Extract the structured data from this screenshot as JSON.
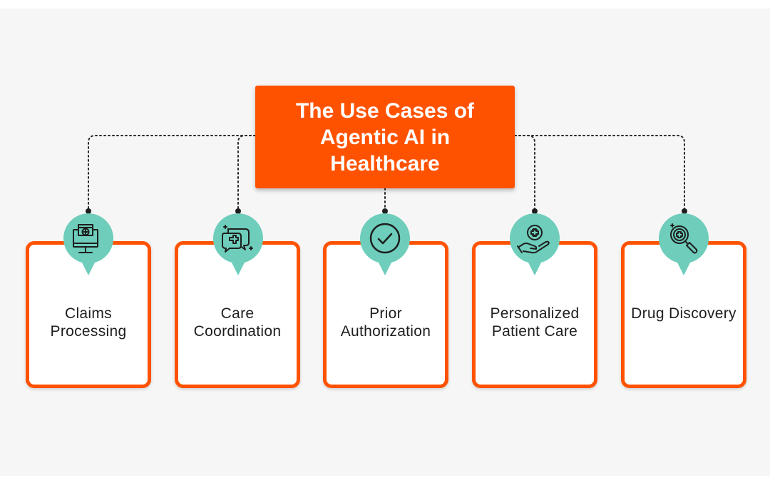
{
  "title": "The Use Cases of Agentic AI in Healthcare",
  "colors": {
    "accent": "#ff5200",
    "pin": "#6ecdbb",
    "background": "#f6f6f6",
    "text": "#1e1e1e"
  },
  "cards": [
    {
      "label": "Claims Processing",
      "icon": "monitor-medical-icon"
    },
    {
      "label": "Care Coordination",
      "icon": "chat-medical-icon"
    },
    {
      "label": "Prior Authorization",
      "icon": "check-circle-icon"
    },
    {
      "label": "Personalized Patient Care",
      "icon": "hand-medical-icon"
    },
    {
      "label": "Drug Discovery",
      "icon": "magnifier-medical-icon"
    }
  ]
}
